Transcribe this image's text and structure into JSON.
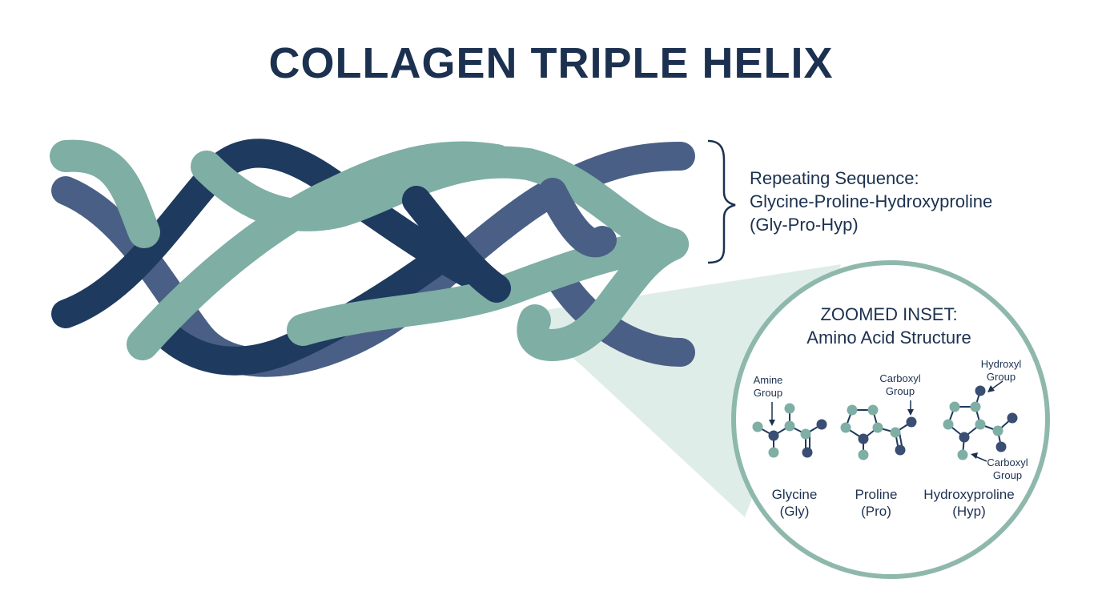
{
  "title": "COLLAGEN TRIPLE HELIX",
  "sequence": {
    "heading": "Repeating Sequence:",
    "full": "Glycine-Proline-Hydroxyproline",
    "short": "(Gly-Pro-Hyp)"
  },
  "inset": {
    "title_line1": "ZOOMED INSET:",
    "title_line2": "Amino Acid Structure",
    "annotations": {
      "amine_line1": "Amine",
      "amine_line2": "Group",
      "carboxyl_a_line1": "Carboxyl",
      "carboxyl_a_line2": "Group",
      "hydroxyl_line1": "Hydroxyl",
      "hydroxyl_line2": "Group",
      "carboxyl_b_line1": "Carboxyl",
      "carboxyl_b_line2": "Group"
    },
    "molecules": [
      {
        "name": "Glycine",
        "abbr": "(Gly)"
      },
      {
        "name": "Proline",
        "abbr": "(Pro)"
      },
      {
        "name": "Hydroxyproline",
        "abbr": "(Hyp)"
      }
    ]
  },
  "colors": {
    "strand_dark": "#1e3a5f",
    "strand_slate": "#4a5f85",
    "strand_teal": "#7eaea4",
    "text": "#1c3150",
    "inset_border": "#8fb8ad",
    "inset_cone": "#dcebe6"
  }
}
